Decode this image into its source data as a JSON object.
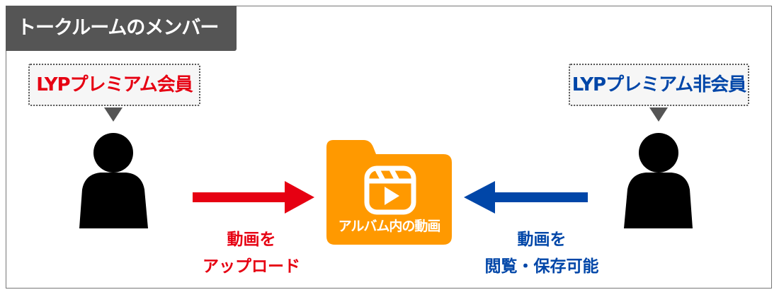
{
  "title": "トークルームのメンバー",
  "left": {
    "label": "LYPプレミアム会員",
    "caption": [
      "動画を",
      "アップロード"
    ],
    "color": "#e60012"
  },
  "right": {
    "label": "LYPプレミアム非会員",
    "caption": [
      "動画を",
      "閲覧・保存可能"
    ],
    "color": "#0046a8"
  },
  "folder": {
    "label": "アルバム内の動画",
    "color": "#ff9900"
  }
}
